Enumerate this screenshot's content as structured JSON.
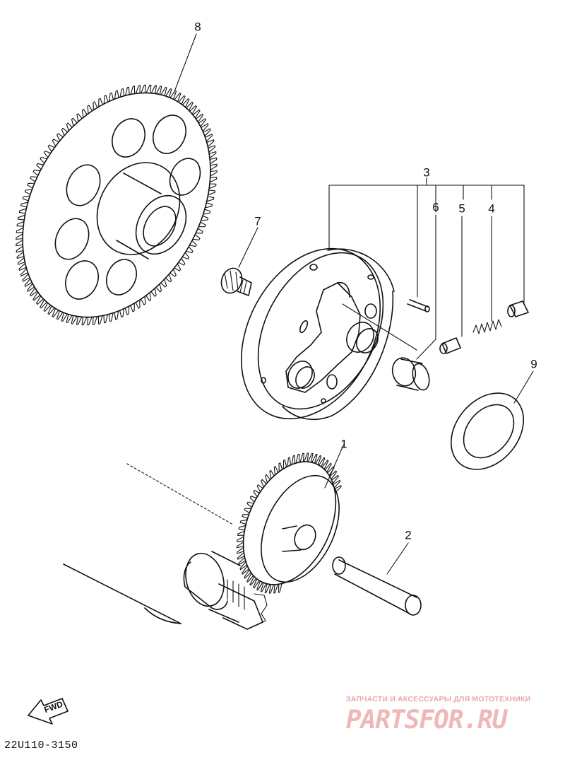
{
  "callouts": [
    "1",
    "2",
    "3",
    "4",
    "5",
    "6",
    "7",
    "8",
    "9"
  ],
  "direction_label": "FWD",
  "diagram_code": "22U110-3150",
  "watermark": {
    "tagline": "ЗАПЧАСТИ И АКСЕССУАРЫ ДЛЯ МОТОТЕХНИКИ",
    "brand": "PARTSFOR.RU"
  }
}
